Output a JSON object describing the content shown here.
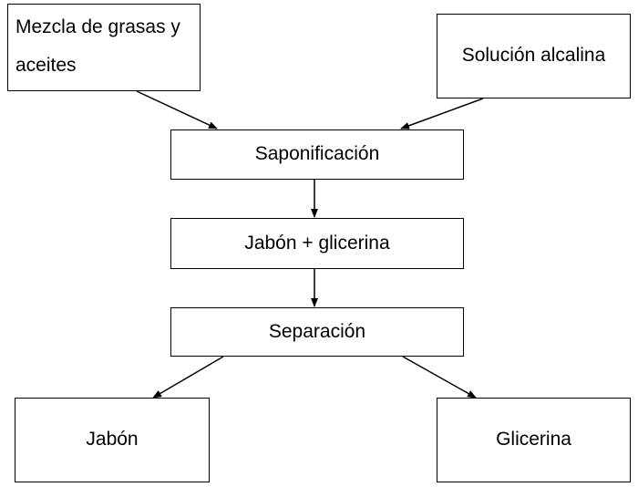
{
  "nodes": {
    "mixture": {
      "label": "Mezcla de grasas y aceites"
    },
    "alkaline": {
      "label": "Solución alcalina"
    },
    "saponification": {
      "label": "Saponificación"
    },
    "soap_glycerin": {
      "label": "Jabón + glicerina"
    },
    "separation": {
      "label": "Separación"
    },
    "soap": {
      "label": "Jabón"
    },
    "glycerin": {
      "label": "Glicerina"
    }
  },
  "edges": [
    {
      "from": "mixture",
      "to": "saponification"
    },
    {
      "from": "alkaline",
      "to": "saponification"
    },
    {
      "from": "saponification",
      "to": "soap_glycerin"
    },
    {
      "from": "soap_glycerin",
      "to": "separation"
    },
    {
      "from": "separation",
      "to": "soap"
    },
    {
      "from": "separation",
      "to": "glycerin"
    }
  ],
  "colors": {
    "stroke": "#000000",
    "fill": "#ffffff",
    "text": "#000000"
  }
}
